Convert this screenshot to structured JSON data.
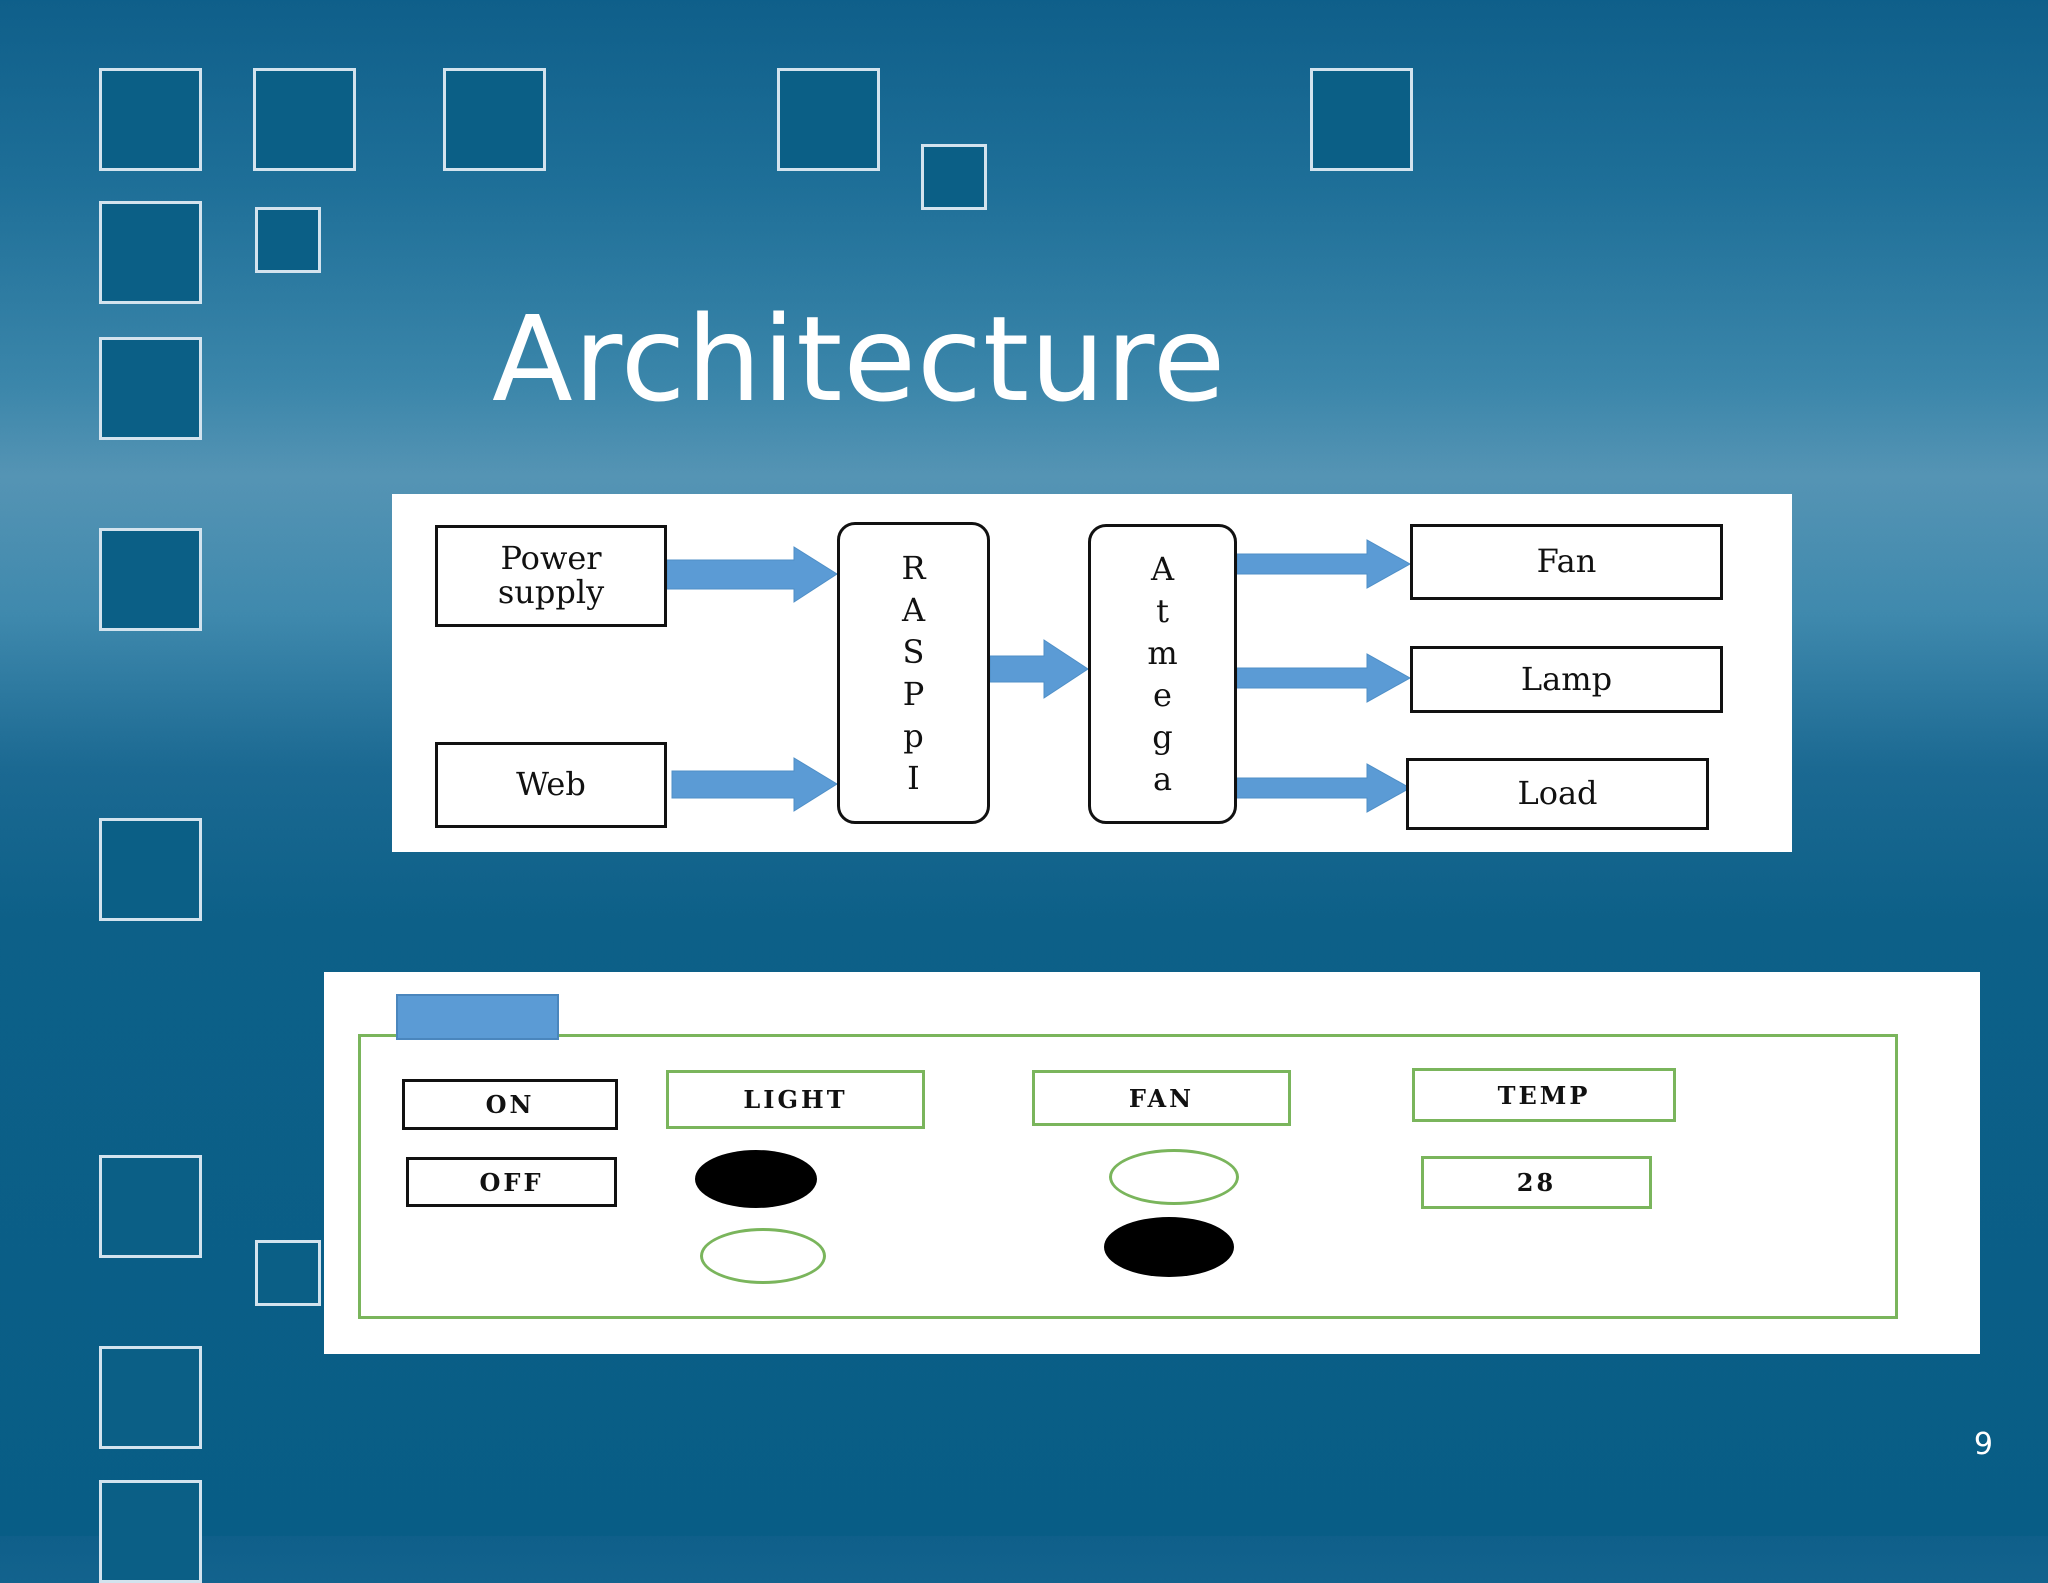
{
  "slide": {
    "title": "Architecture",
    "page_number": "9"
  },
  "architecture": {
    "inputs": [
      "Power supply",
      "Web"
    ],
    "controller_1": "RASPPI",
    "controller_2": "Atmega",
    "outputs": [
      "Fan",
      "Lamp",
      "Load"
    ]
  },
  "control_panel": {
    "on_label": "ON",
    "off_label": "OFF",
    "light_label": "LIGHT",
    "fan_label": "FAN",
    "temp_label": "TEMP",
    "temp_value": "28",
    "light_indicators": [
      "filled",
      "empty"
    ],
    "fan_indicators": [
      "empty",
      "filled"
    ]
  },
  "colors": {
    "arrow": "#5b9bd5",
    "panel_border": "#7ab55c",
    "panel_tab": "#5b9bd5"
  }
}
